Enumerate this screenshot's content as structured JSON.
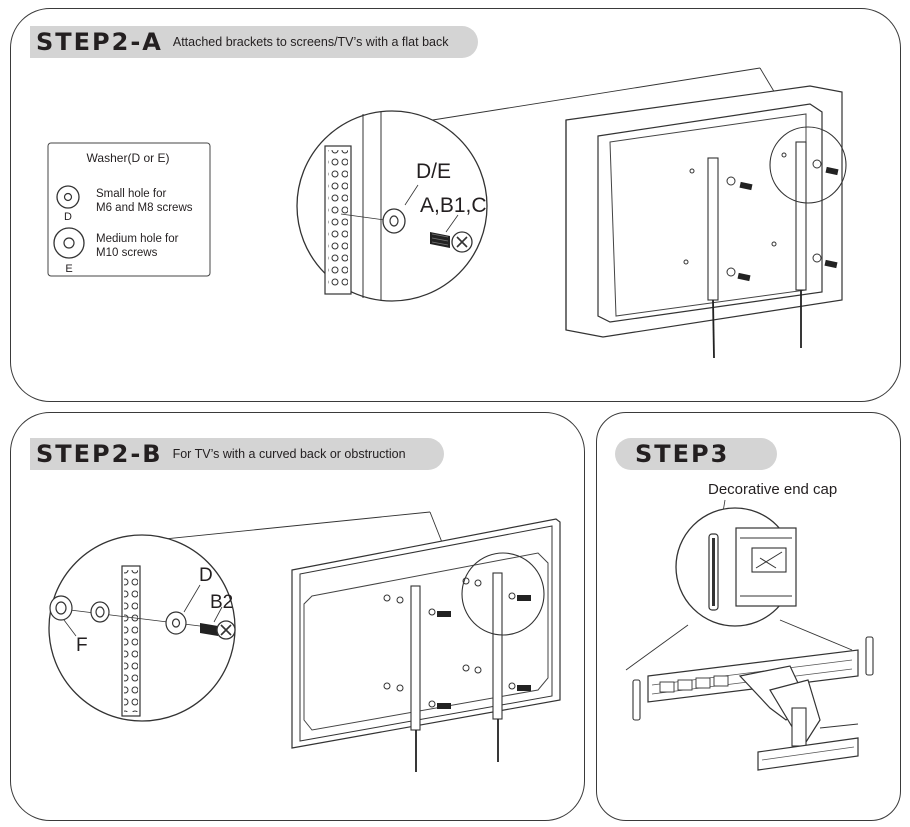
{
  "step2a": {
    "title": "STEP2-A",
    "subtitle": "Attached brackets to screens/TV’s with a flat back",
    "washer_box": {
      "heading": "Washer(D or E)",
      "small_line1": "Small hole for",
      "small_line2": "M6 and M8 screws",
      "small_letter": "D",
      "medium_line1": "Medium hole for",
      "medium_line2": "M10 screws",
      "medium_letter": "E"
    },
    "callout_washer": "D/E",
    "callout_screw": "A,B1,C"
  },
  "step2b": {
    "title": "STEP2-B",
    "subtitle": "For TV’s with a curved back or obstruction",
    "label_f": "F",
    "label_d": "D",
    "label_b2": "B2"
  },
  "step3": {
    "title": "STEP3",
    "end_cap_label": "Decorative end cap"
  }
}
